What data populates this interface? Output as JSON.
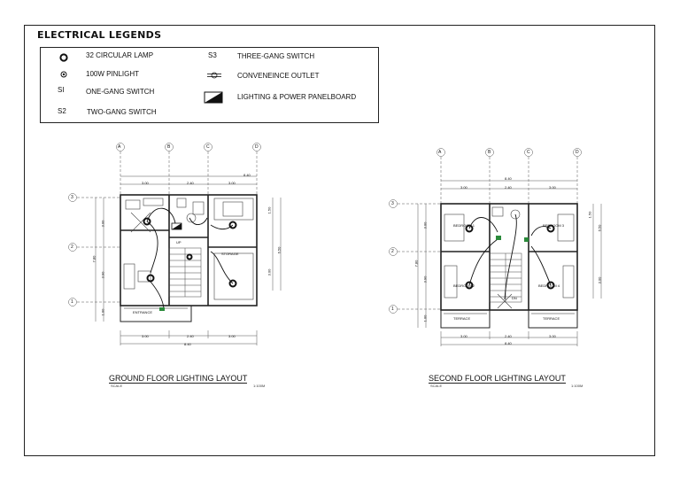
{
  "legend": {
    "title": "ELECTRICAL LEGENDS",
    "items": [
      {
        "symbol": "",
        "label": "32 CIRCULAR LAMP",
        "icon": "circular-lamp-icon"
      },
      {
        "symbol": "",
        "label": "100W PINLIGHT",
        "icon": "pinlight-icon"
      },
      {
        "symbol": "SI",
        "label": "ONE-GANG SWITCH",
        "icon": ""
      },
      {
        "symbol": "S2",
        "label": "TWO-GANG SWITCH",
        "icon": ""
      },
      {
        "symbol": "S3",
        "label": "THREE-GANG SWITCH",
        "icon": ""
      },
      {
        "symbol": "",
        "label": "CONVENEINCE OUTLET",
        "icon": "outlet-icon"
      },
      {
        "symbol": "",
        "label": "LIGHTING & POWER PANELBOARD",
        "icon": "panelboard-icon"
      }
    ]
  },
  "ground": {
    "title": "GROUND FLOOR LIGHTING LAYOUT",
    "scale_word": "SCALE",
    "scale_value": "1:100M",
    "grid_cols": [
      "A",
      "B",
      "C",
      "D"
    ],
    "grid_rows": [
      "3",
      "2",
      "1"
    ],
    "overall_width": "8.40",
    "top_dims": [
      "3.00",
      "2.40",
      "3.00"
    ],
    "bottom_dims": [
      "3.00",
      "2.40",
      "3.00"
    ],
    "bottom_total": "8.40",
    "left_total": "7.80",
    "left_dims": [
      "3.00",
      "3.90",
      "1.00"
    ],
    "right_dims": [
      "1.50",
      "3.00"
    ],
    "right_total": "6.50",
    "rooms": [
      "UP",
      "STORAGE",
      "ENTRANCE"
    ]
  },
  "second": {
    "title": "SECOND FLOOR LIGHTING LAYOUT",
    "scale_word": "SCALE",
    "scale_value": "1:100M",
    "grid_cols": [
      "A",
      "B",
      "C",
      "D"
    ],
    "grid_rows": [
      "3",
      "2",
      "1"
    ],
    "overall_width": "8.40",
    "top_dims": [
      "3.00",
      "2.40",
      "3.00"
    ],
    "bottom_dims": [
      "3.00",
      "2.40",
      "3.00"
    ],
    "bottom_total": "8.40",
    "left_total": "7.80",
    "left_dims": [
      "3.00",
      "3.90",
      "1.00"
    ],
    "right_dims": [
      "1.50",
      "3.00"
    ],
    "right_total": "6.50",
    "rooms": [
      "BEDROOM 1",
      "BEDROOM 2",
      "BEDROOM 3",
      "BEDROOM 4",
      "TERRACE",
      "TERRACE",
      "DN"
    ]
  }
}
